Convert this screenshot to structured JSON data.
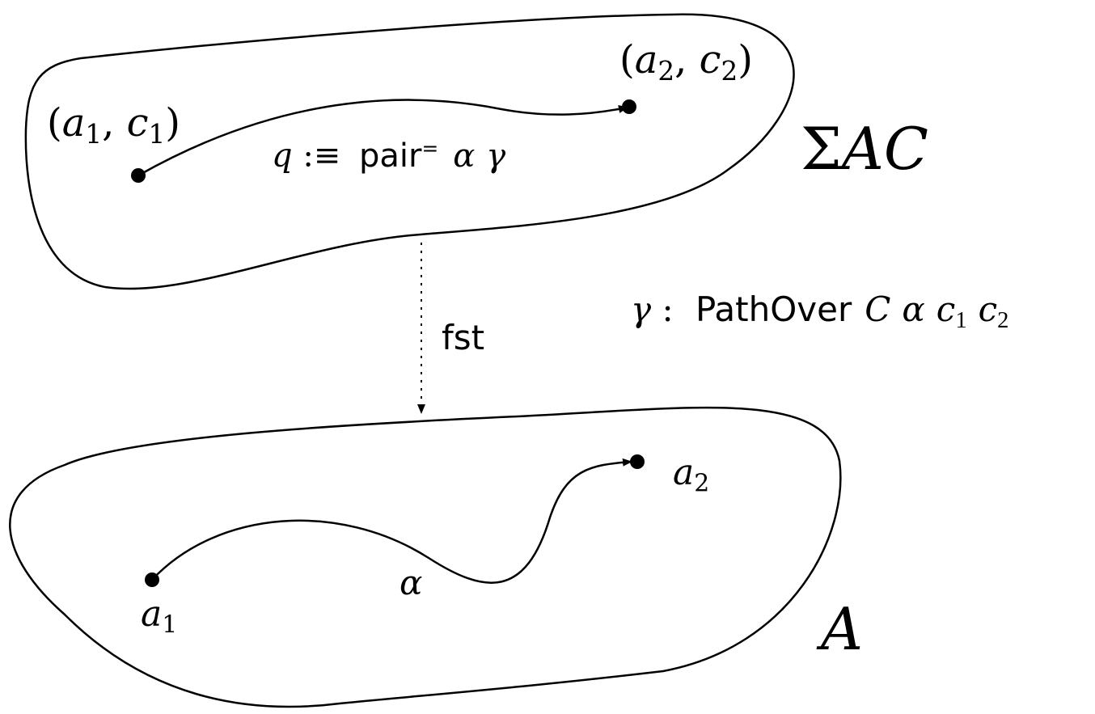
{
  "total_space": {
    "name_sigma": "Σ",
    "name_a": "A",
    "name_c": "C",
    "point_start": {
      "open": "(",
      "base": "a",
      "base_index": "1",
      "sep": ", ",
      "fiber": "c",
      "fiber_index": "1",
      "close": ")"
    },
    "point_end": {
      "open": "(",
      "base": "a",
      "base_index": "2",
      "sep": ", ",
      "fiber": "c",
      "fiber_index": "2",
      "close": ")"
    },
    "path_label": {
      "var": "q",
      "def": " :≡ ",
      "fn": "pair",
      "fn_sup": "=",
      "arg1": "α",
      "arg2": "γ"
    }
  },
  "base_space": {
    "name": "A",
    "point_start": {
      "base": "a",
      "index": "1"
    },
    "point_end": {
      "base": "a",
      "index": "2"
    },
    "path_label": "α"
  },
  "projection_label": "fst",
  "typing": {
    "var": "γ",
    "colon": " : ",
    "type_name": "PathOver",
    "family": "C",
    "path": "α",
    "c": "c",
    "i1": "1",
    "i2": "2"
  },
  "colors": {
    "stroke": "#000000",
    "background": "#ffffff"
  }
}
